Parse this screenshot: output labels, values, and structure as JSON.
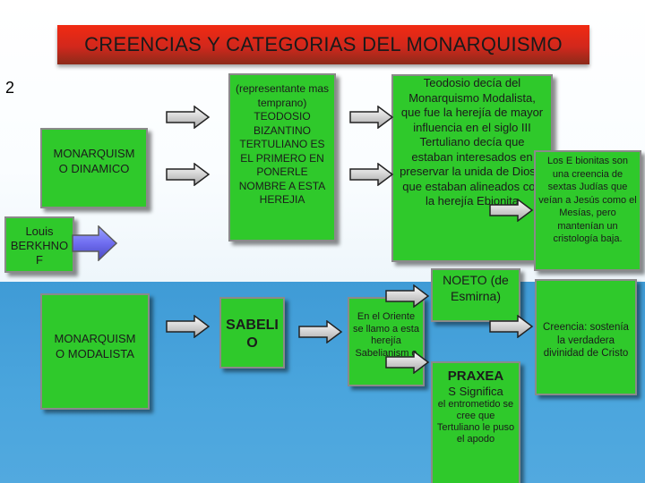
{
  "slide": {
    "title": "CREENCIAS Y CATEGORIAS DEL MONARQUISMO",
    "number": "2"
  },
  "boxes": {
    "dinamico": "MONARQUISM O DINAMICO",
    "berkhnof": "Louis BERKHNO F",
    "modalista": "MONARQUISM O MODALISTA",
    "tertuliano_a": "(representante mas temprano) TEODOSIO BIZANTINO",
    "tertuliano_b": "TERTULIANO ES EL PRIMERO EN PONERLE NOMBRE A ESTA HEREJIA",
    "sabelio": "SABELI O",
    "teodosio_a": "Teodosio decía del Monarquismo Modalista, que fue la herejía de mayor influencia en el siglo III",
    "teodosio_b": "Tertuliano decía que estaban interesados en preservar la unida de Dios y que estaban alineados con la herejía Ebionita",
    "ebionitas": "Los E bionitas son una creencia de sextas Judías que veían a Jesús como el Mesías, pero mantenían un cristología baja.",
    "oriente": "En el Oriente se llamo a esta herejía Sabelianism o",
    "noeto": "NOETO (de Esmirna)",
    "praxeas_a": "PRAXEA",
    "praxeas_b": "S Significa",
    "praxeas_c": "el entrometido se cree que Tertuliano le puso el apodo",
    "creencia": "Creencia: sostenía la verdadera divinidad de Cristo"
  }
}
